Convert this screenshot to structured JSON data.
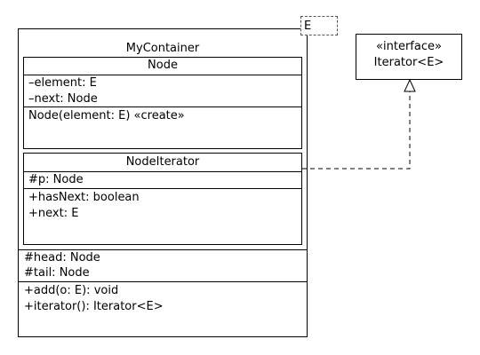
{
  "container": {
    "name": "MyContainer",
    "type_param": "E",
    "attributes": [
      "#head: Node",
      "#tail: Node"
    ],
    "operations": [
      "+add(o: E): void",
      "+iterator(): Iterator<E>"
    ]
  },
  "node_class": {
    "name": "Node",
    "attributes": [
      "–element: E",
      "–next: Node"
    ],
    "operations": [
      "Node(element: E) «create»"
    ]
  },
  "iterator_class": {
    "name": "NodeIterator",
    "attributes": [
      "#p: Node"
    ],
    "operations": [
      "+hasNext: boolean",
      "+next: E"
    ]
  },
  "interface": {
    "stereotype": "«interface»",
    "name": "Iterator<E>"
  },
  "relation": {
    "type": "realization"
  }
}
